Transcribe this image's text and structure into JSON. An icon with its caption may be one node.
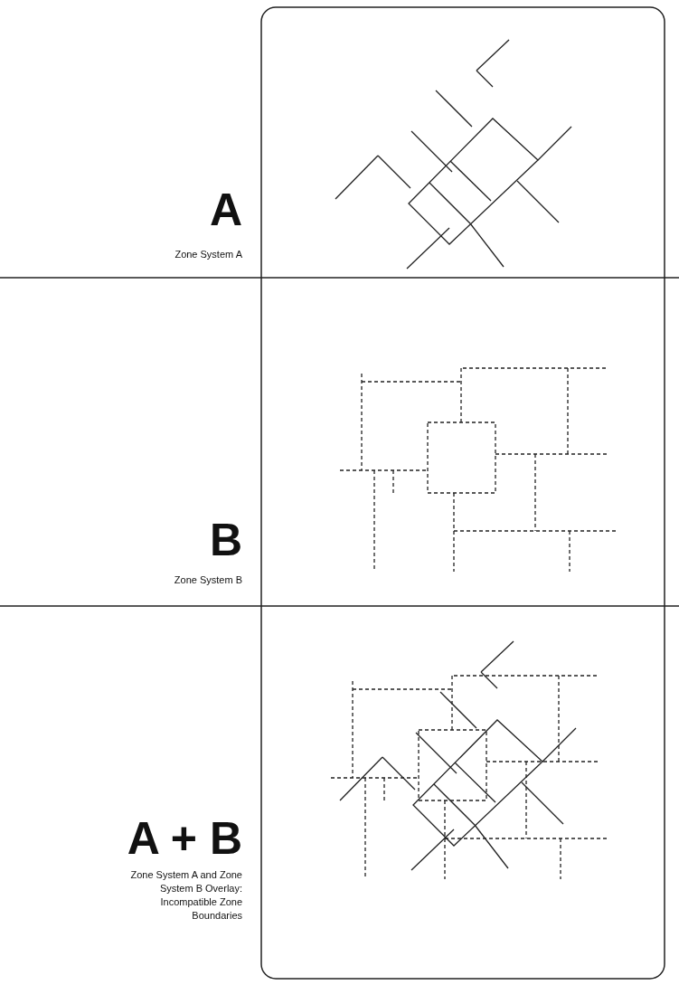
{
  "diagram": {
    "labels": [
      "A",
      "Zone System A",
      "B",
      "Zone System B",
      "A + B",
      "Zone System A and Zone System B Overlay: Incompatible Zone Boundaries"
    ]
  }
}
